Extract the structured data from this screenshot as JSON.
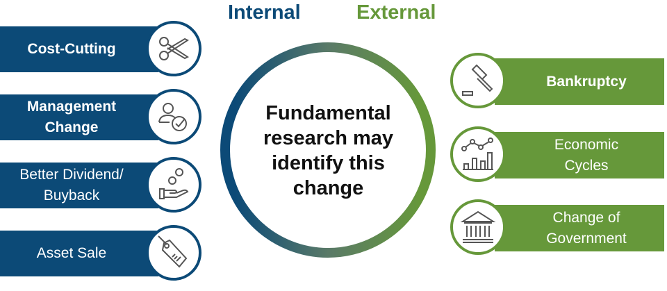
{
  "headers": {
    "internal": "Internal",
    "external": "External"
  },
  "colors": {
    "internal": "#0c4a77",
    "external": "#66983a"
  },
  "center": {
    "text": "Fundamental research may identify this change"
  },
  "internal_items": [
    {
      "label": "Cost-Cutting",
      "icon": "scissors-icon"
    },
    {
      "label": "Management Change",
      "icon": "person-check-icon"
    },
    {
      "label": "Better Dividend/ Buyback",
      "icon": "hand-coins-icon"
    },
    {
      "label": "Asset Sale",
      "icon": "price-tag-icon"
    }
  ],
  "external_items": [
    {
      "label": "Bankruptcy",
      "icon": "gavel-icon"
    },
    {
      "label": "Economic Cycles",
      "icon": "line-bar-chart-icon"
    },
    {
      "label": "Change of Government",
      "icon": "government-building-icon"
    }
  ]
}
